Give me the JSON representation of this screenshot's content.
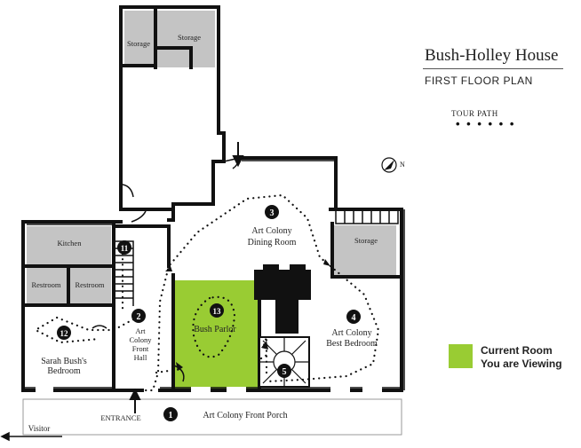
{
  "header": {
    "title": "Bush-Holley House",
    "subtitle": "FIRST FLOOR PLAN"
  },
  "legend": {
    "tour_path_label": "TOUR PATH",
    "tour_path_symbol": "• • • • • •",
    "current_room_line1": "Current Room",
    "current_room_line2": "You are Viewing",
    "current_room_color": "#99cc33"
  },
  "compass": {
    "north_label": "N"
  },
  "rooms": {
    "storage_top_left": "Storage",
    "storage_top_right": "Storage",
    "storage_right": "Storage",
    "kitchen": "Kitchen",
    "restroom_left": "Restroom",
    "restroom_right": "Restroom",
    "dining": {
      "line1": "Art Colony",
      "line2": "Dining Room"
    },
    "best_bedroom": {
      "line1": "Art Colony",
      "line2": "Best Bedroom"
    },
    "front_hall": {
      "line1": "Art",
      "line2": "Colony",
      "line3": "Front",
      "line4": "Hall"
    },
    "parlor": "Bush Parlor",
    "sarah_bedroom": {
      "line1": "Sarah Bush's",
      "line2": "Bedroom"
    },
    "front_porch": "Art Colony Front Porch"
  },
  "stops": {
    "porch": "1",
    "front_hall": "2",
    "dining": "3",
    "best_bedroom": "4",
    "stair": "5",
    "stair_top": "11",
    "sarah_bedroom": "12",
    "parlor": "13"
  },
  "labels": {
    "entrance": "ENTRANCE",
    "visitor": "Visitor"
  },
  "colors": {
    "wall": "#111111",
    "room_gray": "#c4c4c4",
    "current_room": "#99cc33"
  }
}
